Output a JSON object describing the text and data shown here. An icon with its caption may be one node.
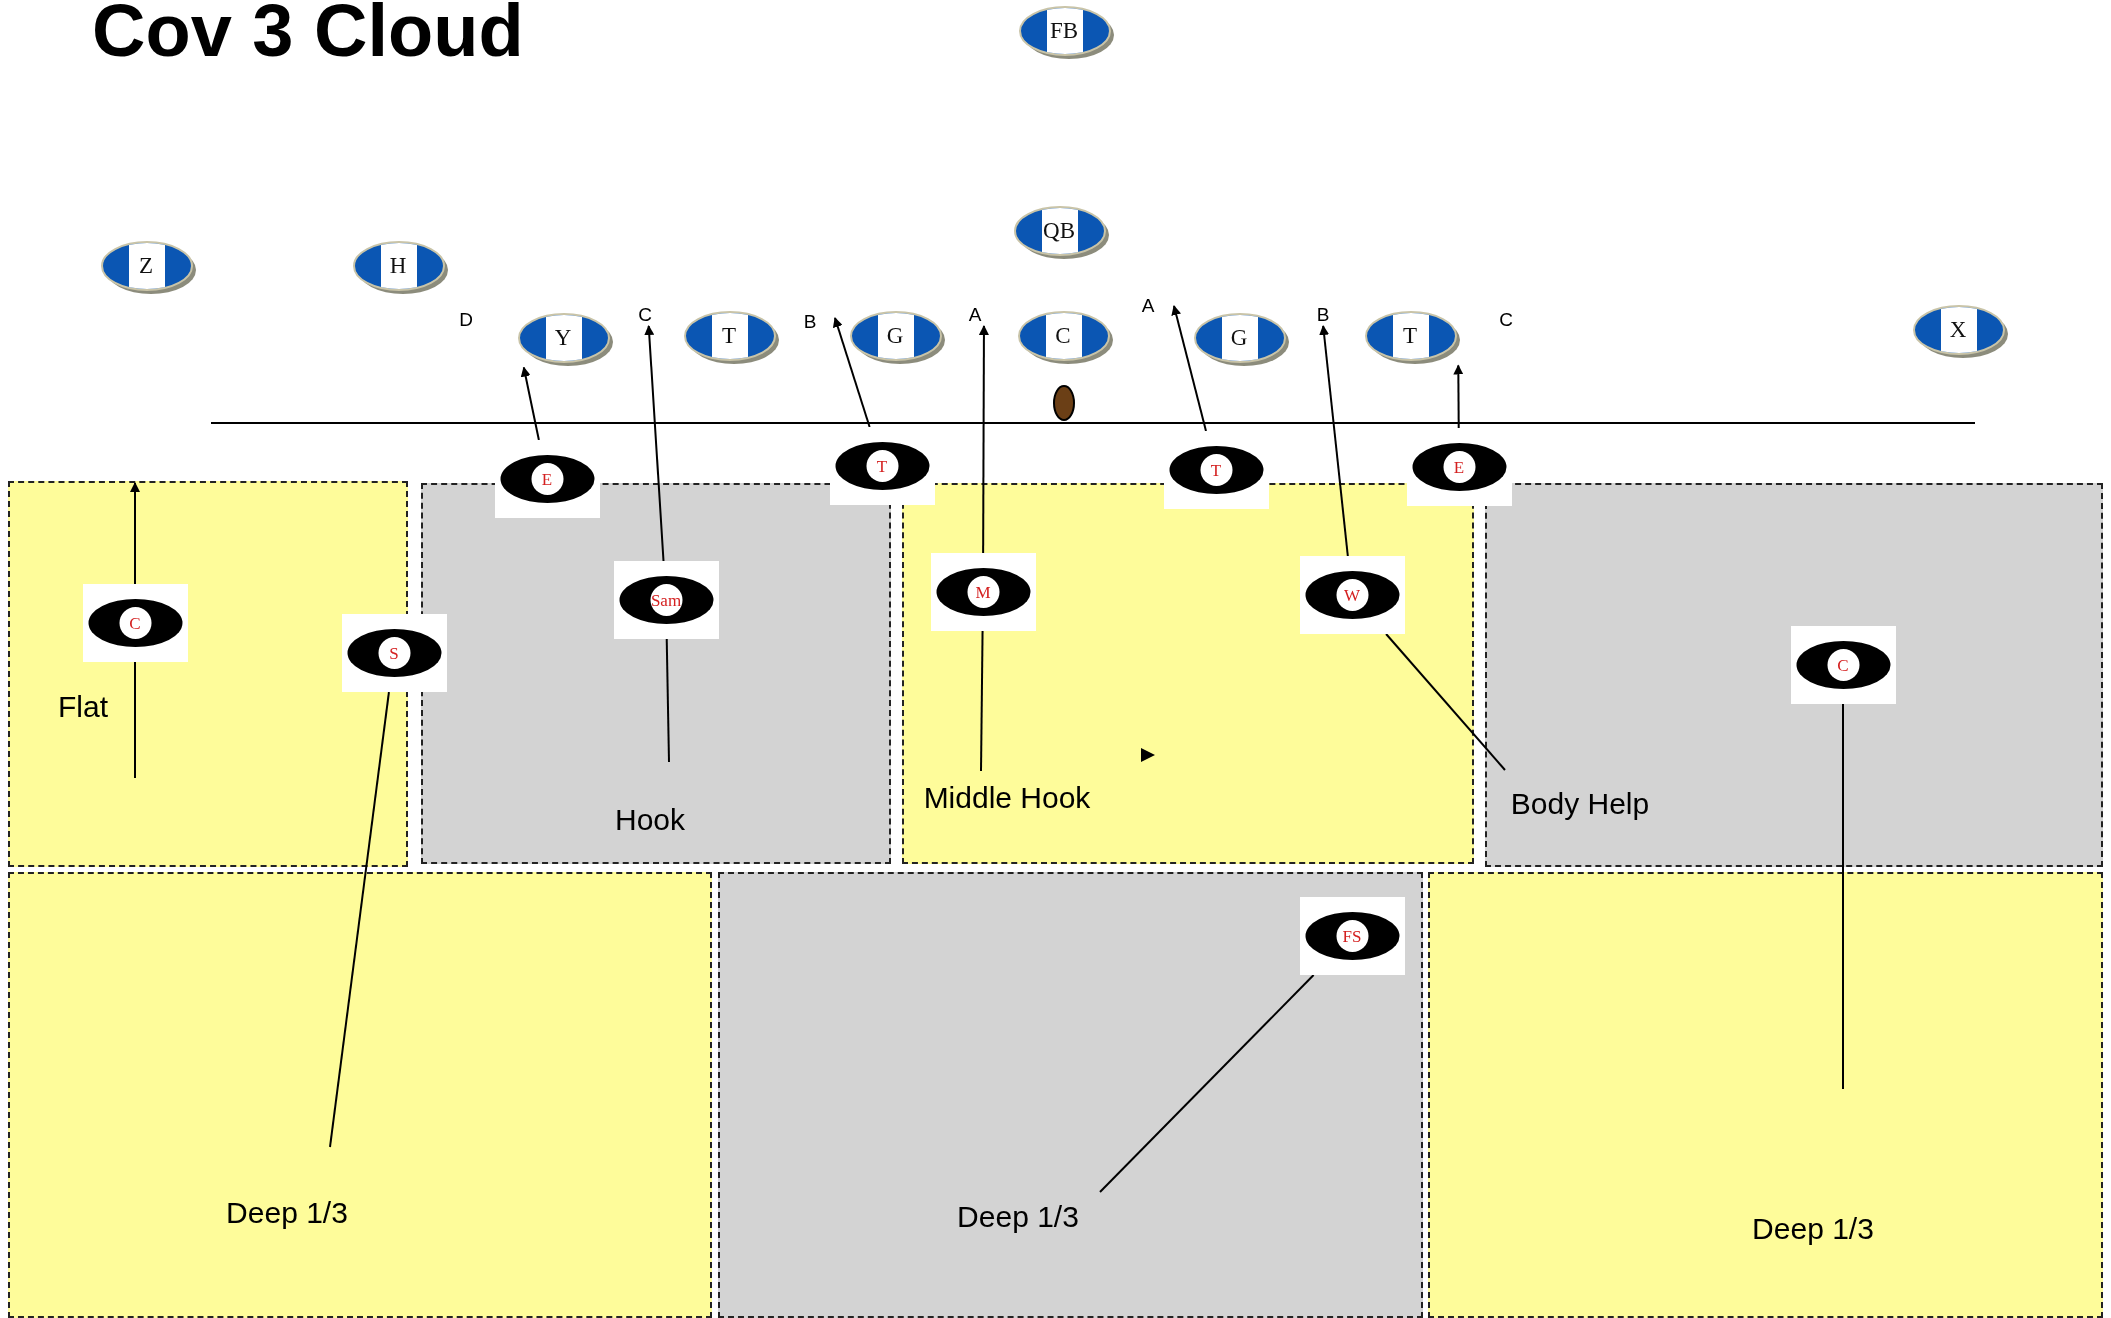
{
  "diagram": {
    "title": "Cov 3 Cloud",
    "nodes": [
      {
        "text": [
          "FB"
        ]
      },
      {
        "text": [
          "QB"
        ]
      },
      {
        "text": [
          "Z"
        ]
      },
      {
        "text": [
          "H"
        ]
      },
      {
        "text": [
          "Y"
        ]
      },
      {
        "text": [
          "T"
        ]
      },
      {
        "text": [
          "G"
        ]
      },
      {
        "text": [
          "C"
        ]
      },
      {
        "text": [
          "G"
        ]
      },
      {
        "text": [
          "T"
        ]
      },
      {
        "text": [
          "X"
        ]
      },
      {
        "text": [
          "E"
        ]
      },
      {
        "text": [
          "T"
        ]
      },
      {
        "text": [
          "T"
        ]
      },
      {
        "text": [
          "E"
        ]
      },
      {
        "text": [
          "Flat"
        ]
      },
      {
        "text": [
          "C"
        ],
        "in": 15
      },
      {
        "text": [
          "S"
        ]
      },
      {
        "text": [
          "Hook"
        ]
      },
      {
        "text": [
          "Sam"
        ],
        "in": 18
      },
      {
        "text": [
          "Middle Hook"
        ]
      },
      {
        "text": [
          "M"
        ],
        "in": 20
      },
      {
        "text": [
          "W"
        ],
        "in": 20
      },
      {
        "text": [
          "Body Help"
        ]
      },
      {
        "text": [
          "C"
        ],
        "in": 23
      },
      {
        "text": [
          "Deep 1/3"
        ]
      },
      {
        "text": [
          "Deep 1/3"
        ]
      },
      {
        "text": [
          "FS"
        ],
        "in": 26
      },
      {
        "text": [
          "Deep 1/3"
        ]
      },
      {
        "text": [
          "C"
        ]
      },
      {
        "text": [
          "B"
        ]
      },
      {
        "text": [
          "A"
        ]
      },
      {
        "text": [
          "A"
        ]
      },
      {
        "text": [
          "B"
        ]
      }
    ],
    "edges": [
      {
        "from": 11,
        "to": 4,
        "arrow": "to"
      },
      {
        "from": 19,
        "to": 29,
        "arrow": "to"
      },
      {
        "from": 12,
        "to": 30,
        "arrow": "to"
      },
      {
        "from": 21,
        "to": 31,
        "arrow": "to"
      },
      {
        "from": 13,
        "to": 32,
        "arrow": "to"
      },
      {
        "from": 22,
        "to": 33,
        "arrow": "to"
      },
      {
        "from": 14,
        "to": 9,
        "arrow": "to"
      },
      {
        "from": 16,
        "to": null,
        "arrow": "to"
      },
      {
        "from": 16,
        "to": 15,
        "arrow": "none"
      },
      {
        "from": 17,
        "to": 25,
        "arrow": "none"
      },
      {
        "from": 19,
        "to": 18,
        "arrow": "none"
      },
      {
        "from": 21,
        "to": 20,
        "arrow": "none"
      },
      {
        "from": 22,
        "to": 23,
        "arrow": "none"
      },
      {
        "from": 24,
        "to": 28,
        "arrow": "none"
      },
      {
        "from": 27,
        "to": 26,
        "arrow": "none"
      }
    ],
    "labels": [
      "D",
      "C"
    ]
  }
}
